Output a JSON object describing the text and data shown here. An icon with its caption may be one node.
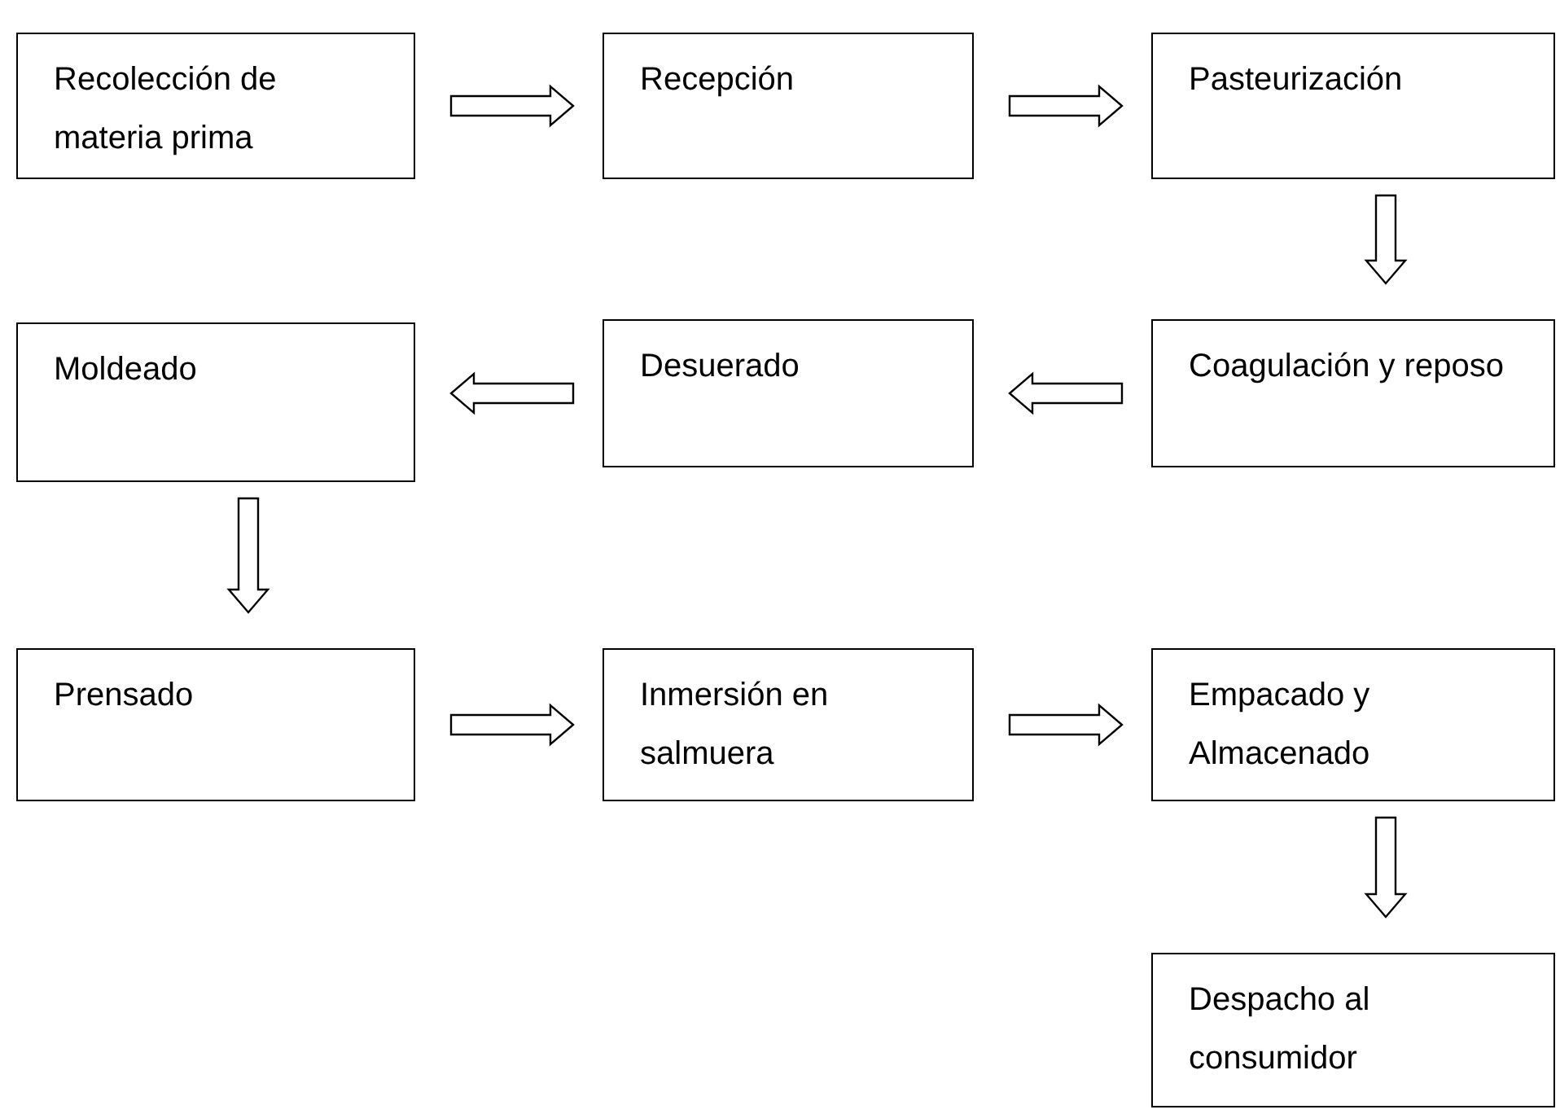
{
  "diagram": {
    "nodes": [
      {
        "text": [
          "Recolección de materia prima"
        ]
      },
      {
        "text": [
          "Recepción"
        ]
      },
      {
        "text": [
          "Pasteurización"
        ]
      },
      {
        "text": [
          "Coagulación y reposo"
        ]
      },
      {
        "text": [
          "Desuerado"
        ]
      },
      {
        "text": [
          "Moldeado"
        ]
      },
      {
        "text": [
          "Prensado"
        ]
      },
      {
        "text": [
          "Inmersión en salmuera"
        ]
      },
      {
        "text": [
          "Empacado y Almacenado"
        ]
      },
      {
        "text": [
          "Despacho al consumidor"
        ]
      }
    ],
    "edges": [
      {
        "from": 0,
        "to": 1,
        "arrow": "to"
      },
      {
        "from": 1,
        "to": 2,
        "arrow": "to"
      },
      {
        "from": 2,
        "to": 3,
        "arrow": "to"
      },
      {
        "from": 3,
        "to": 4,
        "arrow": "to"
      },
      {
        "from": 4,
        "to": 5,
        "arrow": "to"
      },
      {
        "from": 5,
        "to": 6,
        "arrow": "to"
      },
      {
        "from": 6,
        "to": 7,
        "arrow": "to"
      },
      {
        "from": 7,
        "to": 8,
        "arrow": "to"
      },
      {
        "from": 8,
        "to": 9,
        "arrow": "to"
      }
    ]
  }
}
